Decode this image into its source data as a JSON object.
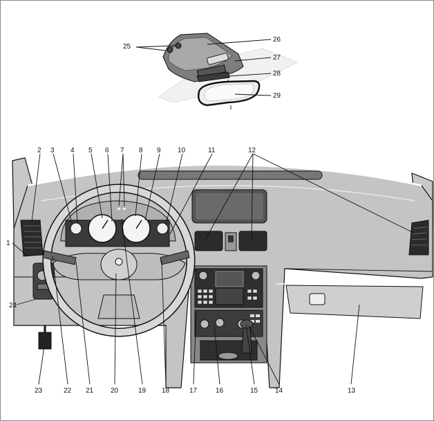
{
  "callouts": {
    "c1": "1",
    "c2": "2",
    "c3": "3",
    "c4": "4",
    "c5": "5",
    "c6": "6",
    "c7": "7",
    "c8": "8",
    "c9": "9",
    "c10": "10",
    "c11": "11",
    "c12": "12",
    "c13": "13",
    "c14": "14",
    "c15": "15",
    "c16": "16",
    "c17": "17",
    "c18": "18",
    "c19": "19",
    "c20": "20",
    "c21": "21",
    "c22": "22",
    "c23": "23",
    "c24": "24",
    "c25": "25",
    "c26": "26",
    "c27": "27",
    "c28": "28",
    "c29": "29"
  },
  "colors": {
    "outline": "#111111",
    "dash_fill": "#c4c4c4",
    "dash_dark": "#7a7a7a",
    "panel_dark": "#2b2b2b",
    "page": "#ffffff"
  }
}
